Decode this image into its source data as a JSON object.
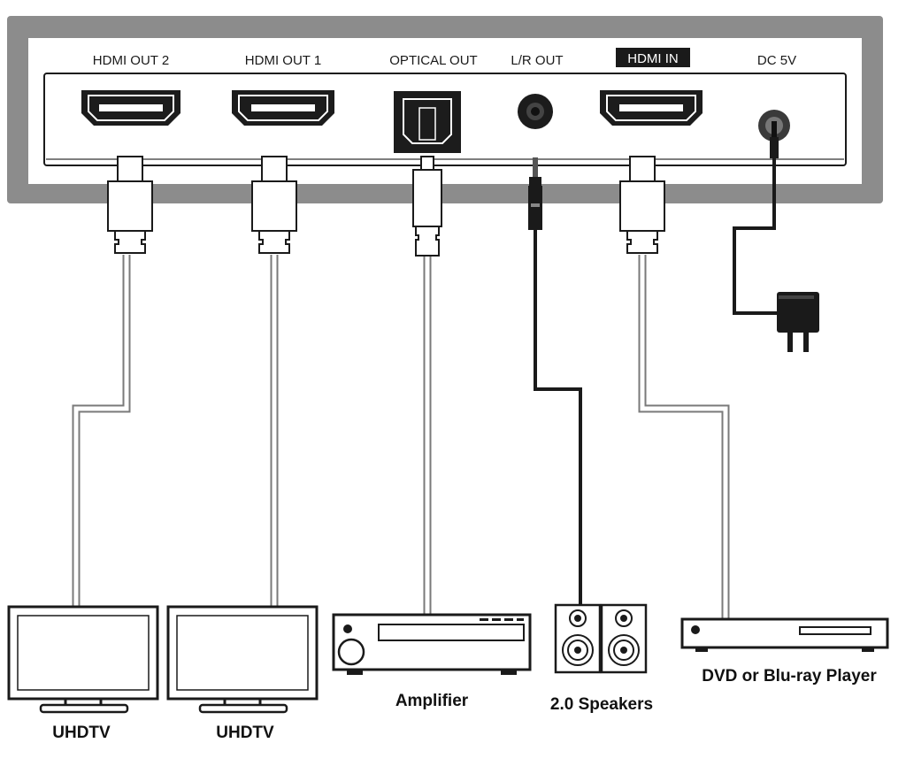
{
  "ports": {
    "hdmi_out_2": "HDMI OUT 2",
    "hdmi_out_1": "HDMI OUT 1",
    "optical_out": "OPTICAL OUT",
    "lr_out": "L/R OUT",
    "hdmi_in": "HDMI IN",
    "dc_5v": "DC 5V"
  },
  "devices": {
    "tv_1": "UHDTV",
    "tv_2": "UHDTV",
    "amplifier": "Amplifier",
    "speakers": "2.0 Speakers",
    "player": "DVD or Blu-ray Player"
  },
  "colors": {
    "panel_frame": "#8c8c8c",
    "panel_face": "#ffffff",
    "port_dark": "#1c1c1c",
    "cable_gray": "#8a8a8a",
    "cable_black": "#1a1a1a",
    "label_highlight": "#1a1a1a"
  }
}
